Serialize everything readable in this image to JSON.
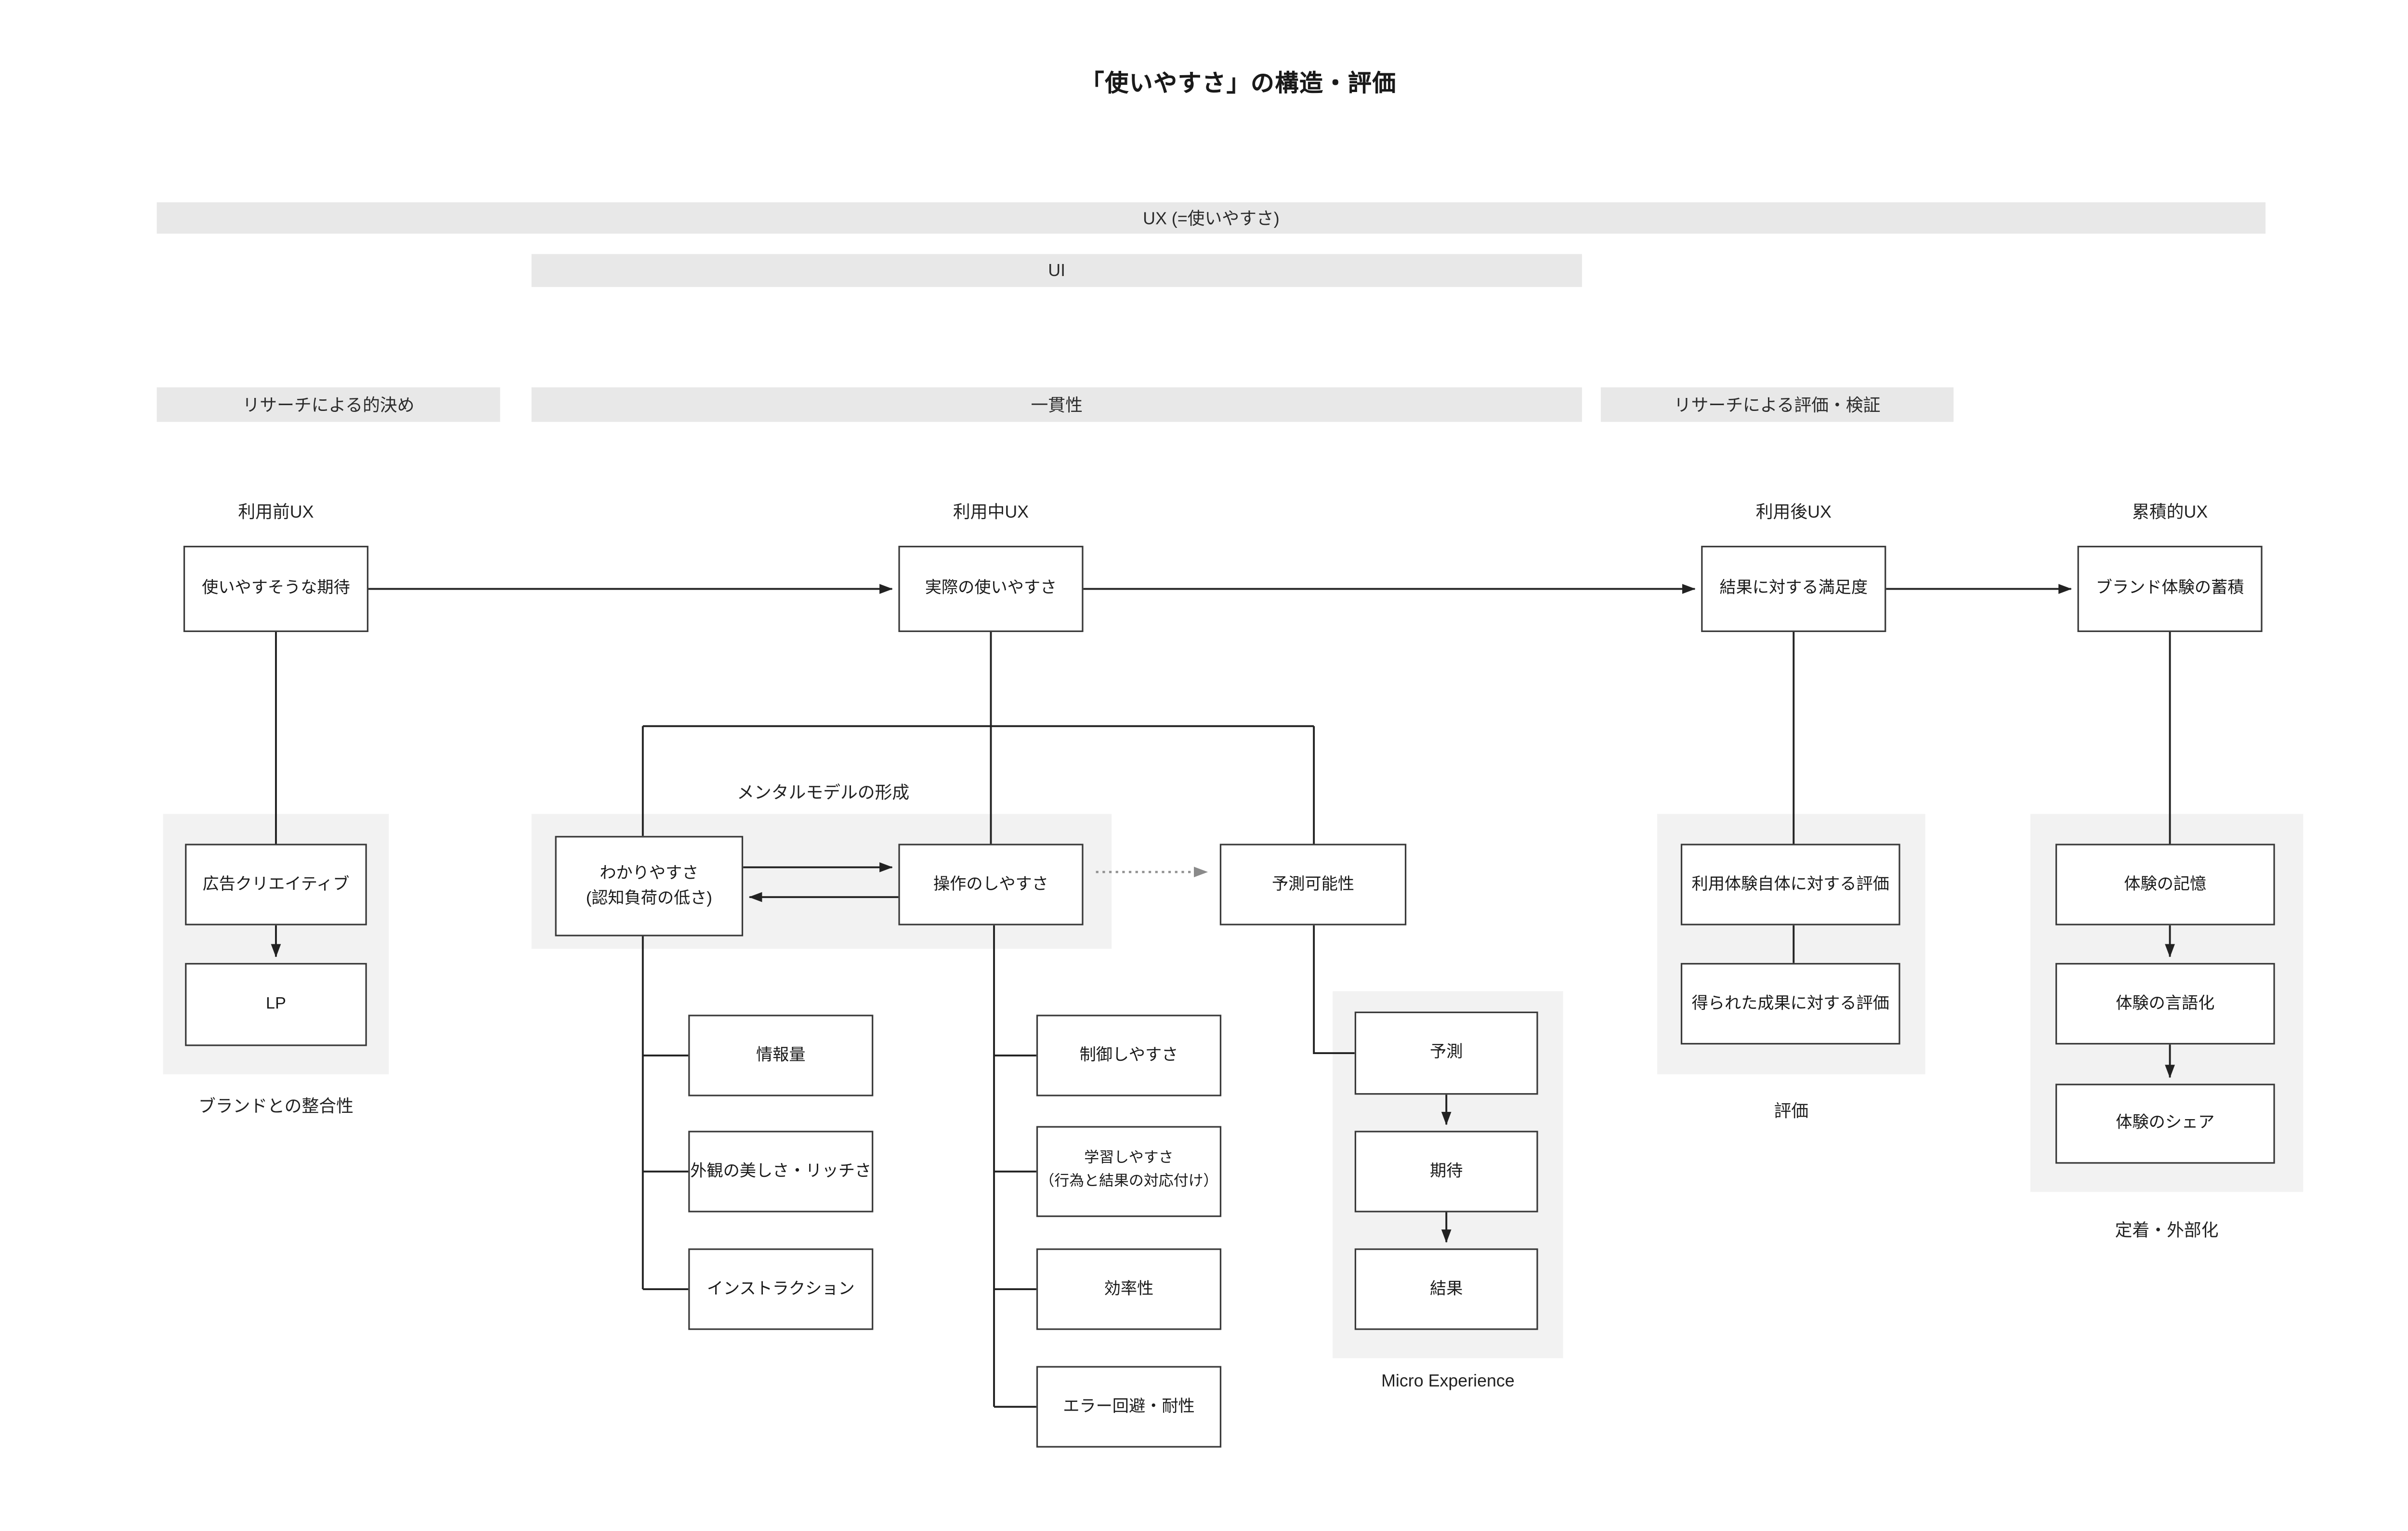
{
  "title": "「使いやすさ」の構造・評価",
  "bars": {
    "ux": "UX (=使いやすさ)",
    "ui": "UI",
    "research_pre": "リサーチによる的決め",
    "consistency": "一貫性",
    "research_eval": "リサーチによる評価・検証"
  },
  "stages": {
    "pre": {
      "label": "利用前UX",
      "box": "使いやすそうな期待"
    },
    "during": {
      "label": "利用中UX",
      "box": "実際の使いやすさ"
    },
    "post": {
      "label": "利用後UX",
      "box": "結果に対する満足度"
    },
    "cumulative": {
      "label": "累積的UX",
      "box": "ブランド体験の蓄積"
    }
  },
  "pre_group": {
    "ad": "広告クリエイティブ",
    "lp": "LP",
    "caption": "ブランドとの整合性"
  },
  "mental_model": {
    "label": "メンタルモデルの形成",
    "clarity": "わかりやすさ\n(認知負荷の低さ)",
    "operability": "操作のしやすさ",
    "predictability": "予測可能性"
  },
  "clarity_children": {
    "info": "情報量",
    "beauty": "外観の美しさ・リッチさ",
    "instruction": "インストラクション"
  },
  "operability_children": {
    "control": "制御しやすさ",
    "learn": "学習しやすさ\n（行為と結果の対応付け）",
    "efficiency": "効率性",
    "error": "エラー回避・耐性"
  },
  "micro": {
    "prediction": "予測",
    "expectation": "期待",
    "result": "結果",
    "caption": "Micro Experience"
  },
  "eval_group": {
    "experience": "利用体験自体に対する評価",
    "outcome": "得られた成果に対する評価",
    "caption": "評価"
  },
  "retention_group": {
    "memory": "体験の記憶",
    "verbalize": "体験の言語化",
    "share": "体験のシェア",
    "caption": "定着・外部化"
  },
  "colors": {
    "band": "#e8e8e8",
    "panel": "#f2f2f2",
    "box-border": "#3a3a3a",
    "line": "#222222",
    "dotted": "#909090",
    "text": "#1a1a1a",
    "bg": "#ffffff"
  }
}
